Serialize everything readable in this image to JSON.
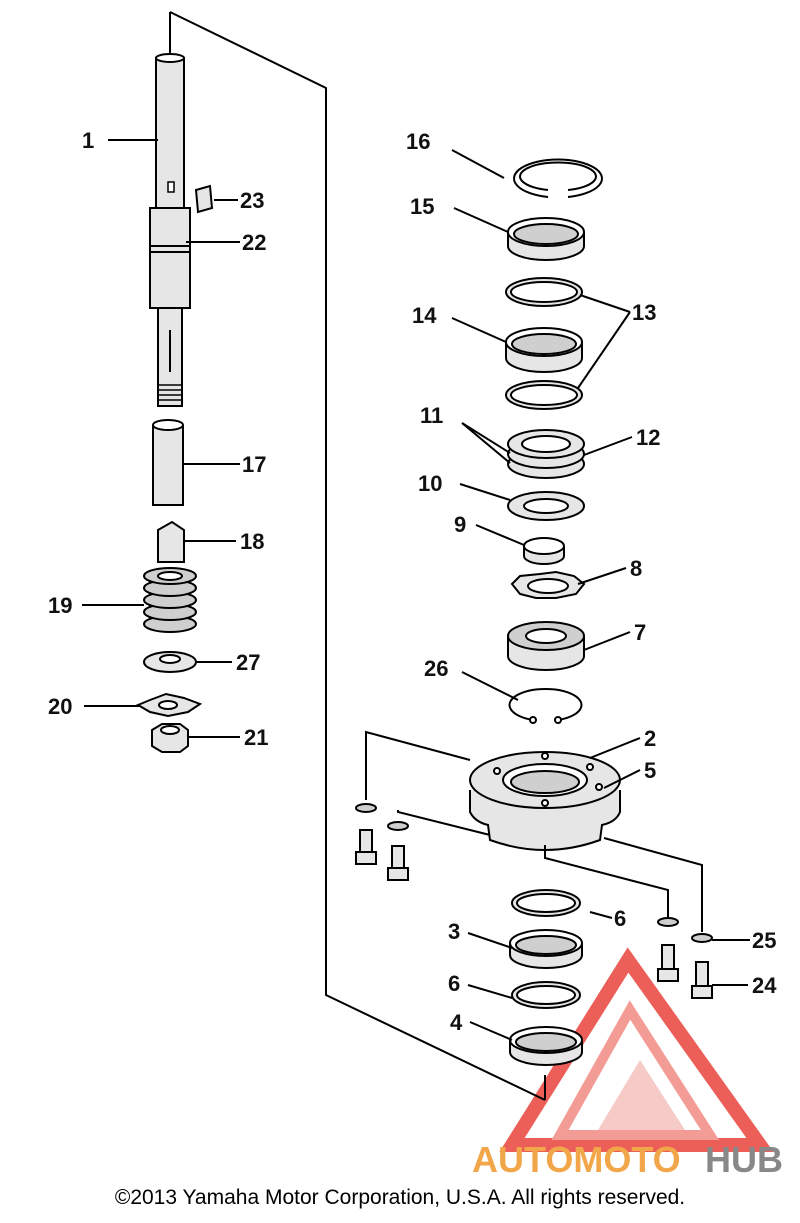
{
  "copyright": "©2013 Yamaha Motor Corporation, U.S.A. All rights reserved.",
  "watermark": {
    "part1": "AUTOMOTO",
    "part2": "HUB",
    "color1": "#f2a64a",
    "color2": "#888888",
    "logo_color": "#e8443c"
  },
  "callouts": {
    "c1": "1",
    "c23": "23",
    "c22": "22",
    "c17": "17",
    "c18": "18",
    "c19": "19",
    "c27": "27",
    "c20": "20",
    "c21": "21",
    "c16": "16",
    "c15": "15",
    "c14": "14",
    "c13": "13",
    "c11": "11",
    "c12": "12",
    "c10": "10",
    "c9": "9",
    "c8": "8",
    "c7": "7",
    "c26": "26",
    "c2": "2",
    "c5": "5",
    "c6a": "6",
    "c3": "3",
    "c6b": "6",
    "c4": "4",
    "c25": "25",
    "c24": "24"
  }
}
